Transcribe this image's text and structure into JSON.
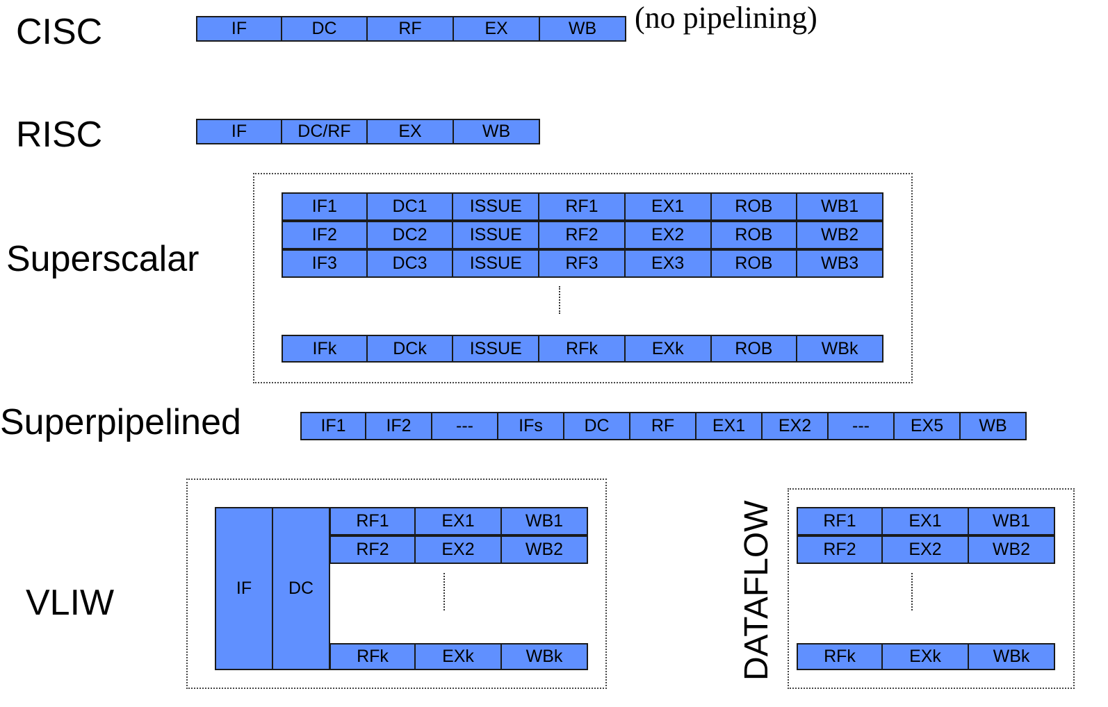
{
  "cisc": {
    "label": "CISC",
    "note": "(no pipelining)",
    "stages": [
      "IF",
      "DC",
      "RF",
      "EX",
      "WB"
    ]
  },
  "risc": {
    "label": "RISC",
    "stages": [
      "IF",
      "DC/RF",
      "EX",
      "WB"
    ]
  },
  "superscalar": {
    "label": "Superscalar",
    "rows": [
      [
        "IF1",
        "DC1",
        "ISSUE",
        "RF1",
        "EX1",
        "ROB",
        "WB1"
      ],
      [
        "IF2",
        "DC2",
        "ISSUE",
        "RF2",
        "EX2",
        "ROB",
        "WB2"
      ],
      [
        "IF3",
        "DC3",
        "ISSUE",
        "RF3",
        "EX3",
        "ROB",
        "WB3"
      ],
      [
        "IFk",
        "DCk",
        "ISSUE",
        "RFk",
        "EXk",
        "ROB",
        "WBk"
      ]
    ]
  },
  "superpipelined": {
    "label": "Superpipelined",
    "stages": [
      "IF1",
      "IF2",
      "---",
      "IFs",
      "DC",
      "RF",
      "EX1",
      "EX2",
      "---",
      "EX5",
      "WB"
    ]
  },
  "vliw": {
    "label": "VLIW",
    "if_label": "IF",
    "dc_label": "DC",
    "rows": [
      [
        "RF1",
        "EX1",
        "WB1"
      ],
      [
        "RF2",
        "EX2",
        "WB2"
      ],
      [
        "RFk",
        "EXk",
        "WBk"
      ]
    ]
  },
  "dataflow": {
    "label": "DATAFLOW",
    "rows": [
      [
        "RF1",
        "EX1",
        "WB1"
      ],
      [
        "RF2",
        "EX2",
        "WB2"
      ],
      [
        "RFk",
        "EXk",
        "WBk"
      ]
    ]
  },
  "colors": {
    "stage_fill": "#6090ff",
    "stage_border": "#1a1a1a"
  }
}
